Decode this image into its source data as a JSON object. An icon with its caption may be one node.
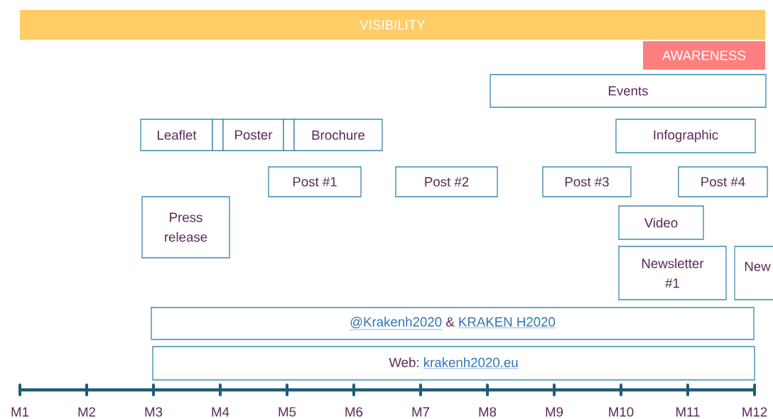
{
  "diagram": {
    "nodes": [
      {
        "text": [
          "VISIBILITY"
        ]
      },
      {
        "text": [
          "AWARENESS"
        ]
      },
      {
        "text": [
          "Events"
        ]
      },
      {
        "text": [
          "Leaflet"
        ]
      },
      {
        "text": [],
        "shape": "box"
      },
      {
        "text": [
          "Poster"
        ]
      },
      {
        "text": [],
        "shape": "box"
      },
      {
        "text": [
          "Brochure"
        ]
      },
      {
        "text": [
          "Infographic"
        ]
      },
      {
        "text": [
          "Post #1"
        ]
      },
      {
        "text": [
          "Post #2"
        ]
      },
      {
        "text": [
          "Post #3"
        ]
      },
      {
        "text": [
          "Post #4"
        ]
      },
      {
        "text": [
          "Press release"
        ]
      },
      {
        "text": [
          "Video"
        ]
      },
      {
        "text": [
          "Newsletter #1"
        ]
      },
      {
        "text": [
          "New"
        ]
      },
      {
        "text": [
          "@Krakenh2020",
          "&",
          "KRAKEN H2020"
        ]
      },
      {
        "text": [
          "Web:",
          "krakenh2020.eu"
        ]
      }
    ],
    "labels": [
      "M1",
      "M2",
      "M3",
      "M4",
      "M5",
      "M6",
      "M7",
      "M8",
      "M9",
      "M10",
      "M11",
      "M12"
    ]
  }
}
